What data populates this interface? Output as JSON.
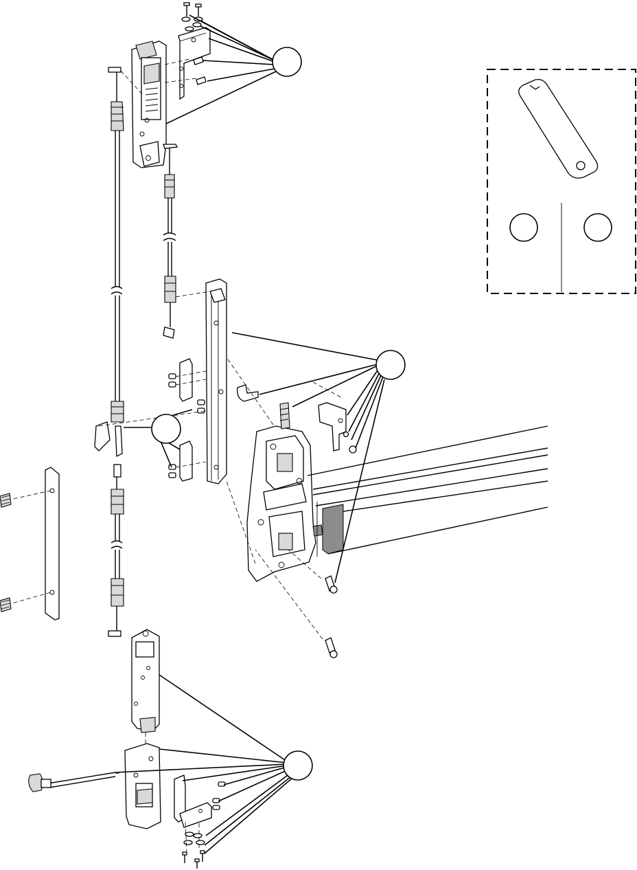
{
  "diagram": {
    "callouts": [
      {
        "id": "callout-top-latch",
        "label": ""
      },
      {
        "id": "callout-center-case",
        "label": ""
      },
      {
        "id": "callout-rod-connector",
        "label": ""
      },
      {
        "id": "callout-bottom-latch",
        "label": ""
      },
      {
        "id": "callout-inset-left",
        "label": ""
      },
      {
        "id": "callout-inset-right",
        "label": ""
      }
    ],
    "icons": [
      "screw-icon",
      "washer-icon",
      "wrench-icon"
    ]
  }
}
